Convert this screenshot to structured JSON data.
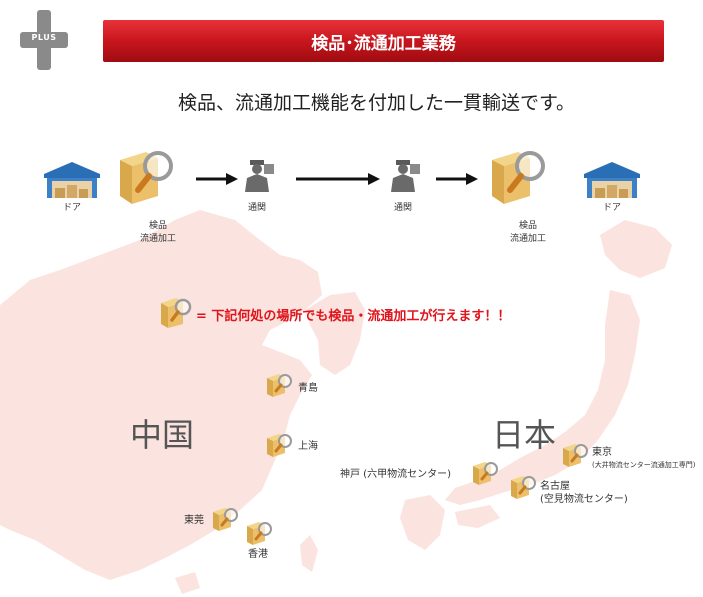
{
  "badge": {
    "label": "PLUS"
  },
  "header": {
    "title": "検品･流通加工業務"
  },
  "subtitle": "検品、流通加工機能を付加した一貫輸送です。",
  "flow": {
    "door_left": "ドア",
    "inspect_left": [
      "検品",
      "流通加工"
    ],
    "customs_left": "通関",
    "customs_right": "通関",
    "inspect_right": [
      "検品",
      "流通加工"
    ],
    "door_right": "ドア"
  },
  "legend": "= 下記何処の場所でも検品・流通加工が行えます！！",
  "countries": {
    "china": "中国",
    "japan": "日本"
  },
  "locations": {
    "qingdao": "青島",
    "shanghai": "上海",
    "dongguan": "東莞",
    "hongkong": "香港",
    "kobe": "神戸 (六甲物流センター)",
    "nagoya": [
      "名古屋",
      "(空見物流センター)"
    ],
    "tokyo": [
      "東京",
      "(大井物流センター流通加工専門)"
    ]
  },
  "colors": {
    "banner": "#c8161d",
    "legend_text": "#e0141c",
    "map_fill": "#fbe3df"
  }
}
